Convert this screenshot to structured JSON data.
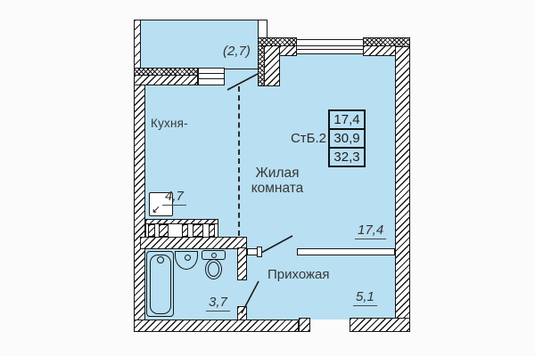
{
  "floorplan": {
    "unit_label": "СтБ.2",
    "spec_box": {
      "rows": [
        "17,4",
        "30,9",
        "32,3"
      ]
    },
    "balcony": {
      "area": "(2,7)"
    },
    "kitchen": {
      "name": "Кухня-",
      "area": "4,7"
    },
    "living_room": {
      "name": "Жилая комната",
      "area": "17,4"
    },
    "bathroom": {
      "area": "3,7"
    },
    "hallway": {
      "name": "Прихожая",
      "area": "5,1"
    },
    "colors": {
      "room_fill": "#b9dff2",
      "wall_line": "#161616",
      "text": "#383838"
    }
  }
}
